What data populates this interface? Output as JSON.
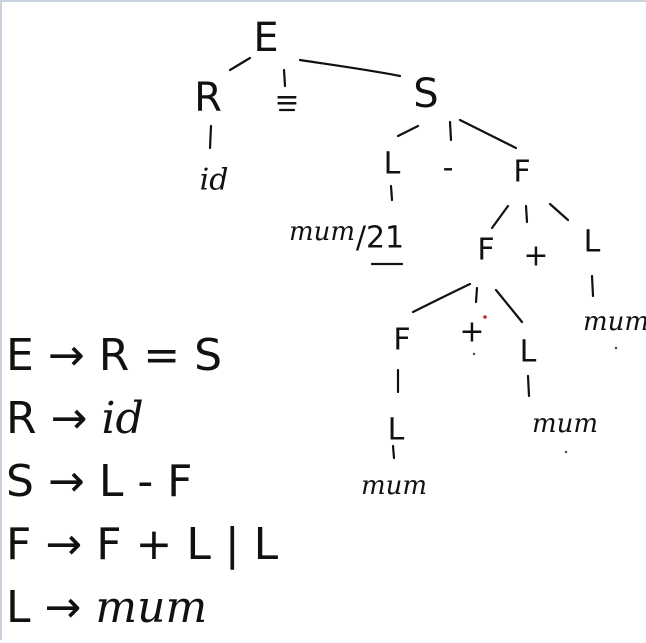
{
  "tree": {
    "nodes": {
      "E": "E",
      "R": "R",
      "eq": "=",
      "S": "S",
      "id": "id",
      "L1": "L",
      "minus": "-",
      "F1": "F",
      "num1": "mum",
      "num1b": "/21",
      "F2": "F",
      "plus1": "+",
      "L2": "L",
      "num2": "mum",
      "F3": "F",
      "plus2": "+",
      "L3": "L",
      "num3": "mum",
      "L4": "L",
      "num4": "mum"
    }
  },
  "grammar": [
    {
      "lhs": "E",
      "arrow": "→",
      "rhs": "R = S"
    },
    {
      "lhs": "R",
      "arrow": "→",
      "rhs": "id"
    },
    {
      "lhs": "S",
      "arrow": "→",
      "rhs": "L - F"
    },
    {
      "lhs": "F",
      "arrow": "→",
      "rhs": "F + L | L"
    },
    {
      "lhs": "L",
      "arrow": "→",
      "rhs": "mum"
    }
  ],
  "colors": {
    "ink": "#111111",
    "frame": "#c9d3df",
    "dot": "#cc2222"
  }
}
